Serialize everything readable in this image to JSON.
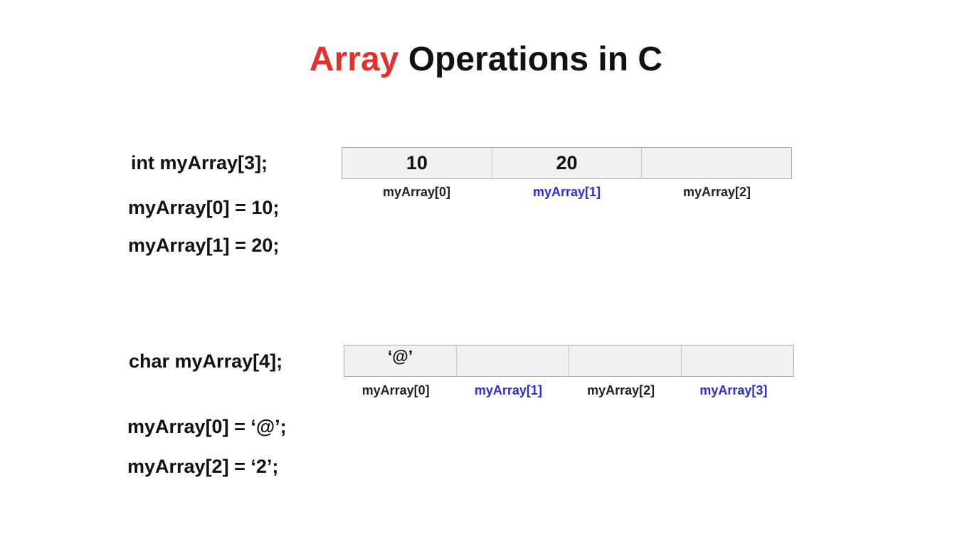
{
  "title": {
    "accent": "Array",
    "rest": "Operations in C",
    "accent_color": "#e5302a"
  },
  "int_section": {
    "declaration": "int myArray[3];",
    "statements": [
      "myArray[0] = 10;",
      "myArray[1] = 20;"
    ],
    "cells": [
      "10",
      "20",
      ""
    ],
    "labels": [
      "myArray[0]",
      "myArray[1]",
      "myArray[2]"
    ],
    "highlighted_label_index": [
      1
    ]
  },
  "char_section": {
    "declaration": "char myArray[4];",
    "statements": [
      "myArray[0] = ‘@’;",
      "myArray[2] = ‘2’;"
    ],
    "cells": [
      "‘@’",
      "",
      "",
      ""
    ],
    "labels": [
      "myArray[0]",
      "myArray[1]",
      "myArray[2]",
      "myArray[3]"
    ],
    "highlighted_label_index": [
      1,
      3
    ]
  },
  "colors": {
    "highlight_label": "#2b2fd6",
    "cell_fill": "#f1f1f1",
    "cell_border": "#a9a9a9"
  }
}
